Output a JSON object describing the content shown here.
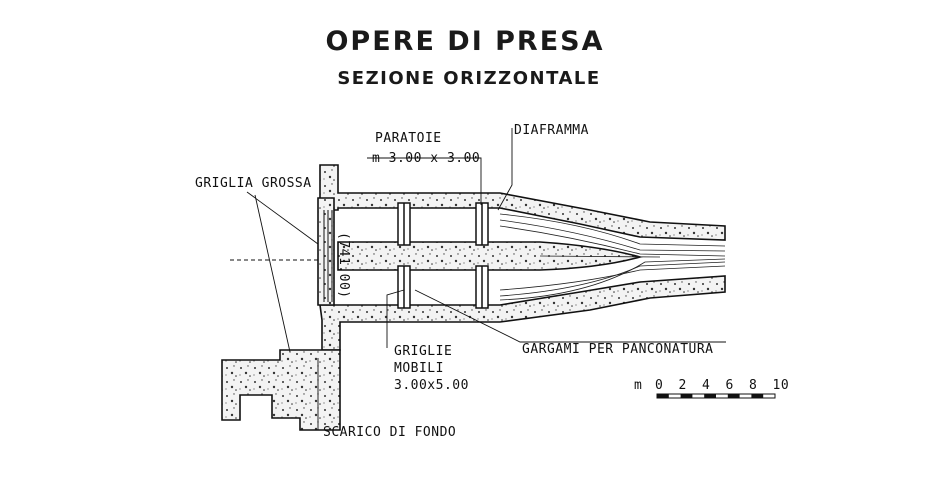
{
  "title": "OPERE DI PRESA",
  "subtitle": "SEZIONE ORIZZONTALE",
  "labels": {
    "paratoie": "PARATOIE",
    "paratoie_dim": "m  3.00 x 3.00",
    "diaframma": "DIAFRAMMA",
    "griglia_grossa": "GRIGLIA GROSSA",
    "elevation": "(741.00)",
    "griglie": "GRIGLIE",
    "mobili": "MOBILI",
    "griglie_dim": "3.00x5.00",
    "gargami": "GARGAMI PER PANCONATURA",
    "scarico": "SCARICO DI FONDO"
  },
  "scale_bar": {
    "unit": "m",
    "ticks": [
      "0",
      "2",
      "4",
      "6",
      "8",
      "10"
    ]
  }
}
